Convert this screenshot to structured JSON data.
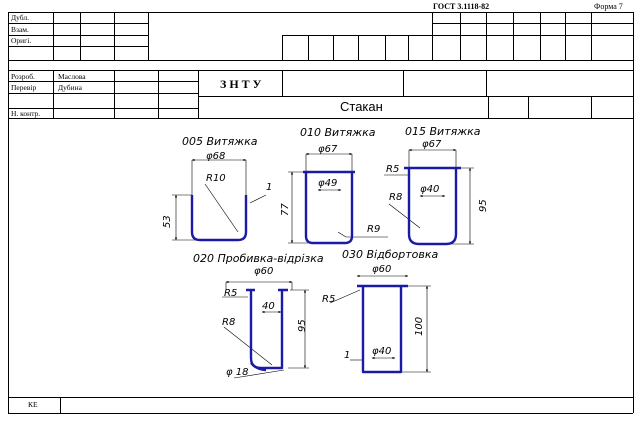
{
  "header": {
    "gost": "ГОСТ 3.1118-82",
    "forma": "Форма 7"
  },
  "stamp": {
    "dubl": "Дубл.",
    "vzam": "Взам.",
    "orig": "Оригі.",
    "rozrob_label": "Розроб.",
    "rozrob_name": "Маслова",
    "perevir_label": "Перевір",
    "perevir_name": "Дубина",
    "nkontr_label": "Н. контр.",
    "org": "ЗНТУ",
    "part_name": "Стакан"
  },
  "drawing": {
    "op005": {
      "title": "005 Витяжка",
      "dia": "φ68",
      "radius": "R10",
      "height": "53",
      "wall": "1"
    },
    "op010": {
      "title": "010 Витяжка",
      "dia": "φ67",
      "inner_dia": "φ49",
      "radius": "R9",
      "height": "77"
    },
    "op015": {
      "title": "015 Витяжка",
      "dia": "φ67",
      "inner_dia": "φ40",
      "r_top": "R5",
      "r_bottom": "R8",
      "height": "95"
    },
    "op020": {
      "title": "020 Пробивка-відрізка",
      "dia": "φ60",
      "inner_dia": "40",
      "r_top": "R5",
      "r_bottom": "R8",
      "height": "95",
      "hole": "φ 18"
    },
    "op030": {
      "title": "030 Відбортовка",
      "dia": "φ60",
      "r_top": "R5",
      "inner_dia": "φ40",
      "height": "100",
      "wall": "1"
    }
  },
  "footer": {
    "code": "КЕ"
  },
  "colors": {
    "part_outline": "#1a1aa6",
    "lines": "#000000"
  }
}
